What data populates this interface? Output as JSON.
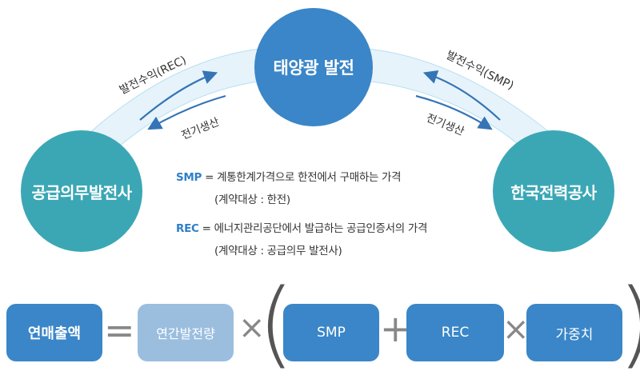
{
  "nodes": {
    "solar": "태양광 발전",
    "supplier": "공급의무발전사",
    "kepco": "한국전력공사"
  },
  "flows": {
    "left_top": "발전수익(REC)",
    "left_bottom": "전기생산",
    "right_top": "발전수익(SMP)",
    "right_bottom": "전기생산"
  },
  "legend": {
    "smp_key": "SMP",
    "smp_desc": "= 계통한계가격으로 한전에서 구매하는 가격",
    "smp_note": "(계약대상 : 한전)",
    "rec_key": "REC",
    "rec_desc": "= 에너지관리공단에서 발급하는 공급인증서의 가격",
    "rec_note": "(계약대상 : 공급의무 발전사)"
  },
  "formula": {
    "annual_revenue": "연매출액",
    "equals": "=",
    "annual_generation": "연간발전량",
    "times": "×",
    "open_paren": "(",
    "smp": "SMP",
    "plus": "+",
    "rec": "REC",
    "weight": "가중치",
    "close_paren": ")"
  },
  "colors": {
    "node_blue": "#3a86c8",
    "node_teal": "#3ba7b5",
    "arc_fill": "#e6f3fb",
    "arrow": "#3574b5",
    "box_light": "#9bbedf"
  }
}
